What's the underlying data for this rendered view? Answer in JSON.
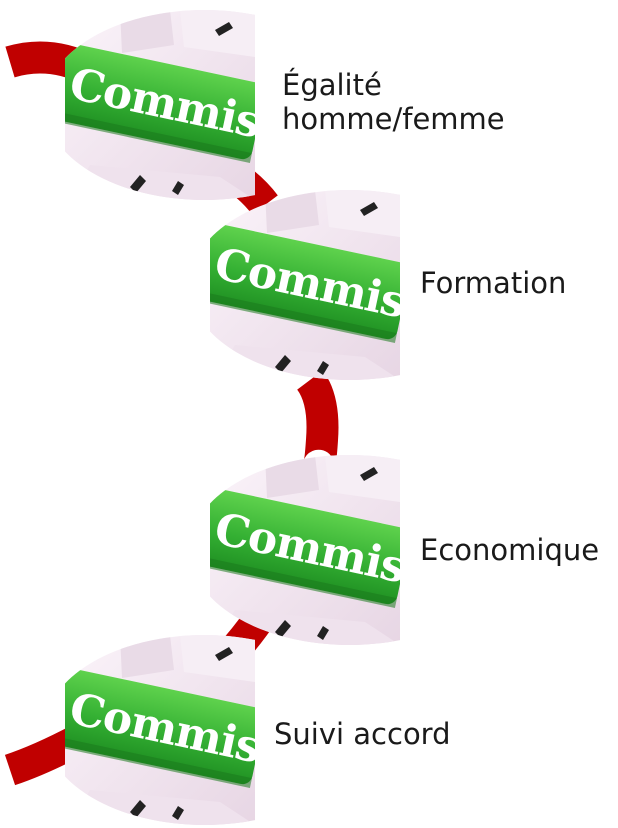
{
  "connector_color": "#c00000",
  "icon": {
    "name": "commission-keyboard-key-icon",
    "key_text": "Commission",
    "key_color": "#3cb53a",
    "key_face_color": "#f4e9f3"
  },
  "steps": [
    {
      "label_lines": [
        "Égalité",
        "homme/femme"
      ]
    },
    {
      "label_lines": [
        "Formation"
      ]
    },
    {
      "label_lines": [
        "Economique"
      ]
    },
    {
      "label_lines": [
        "Suivi accord"
      ]
    }
  ]
}
